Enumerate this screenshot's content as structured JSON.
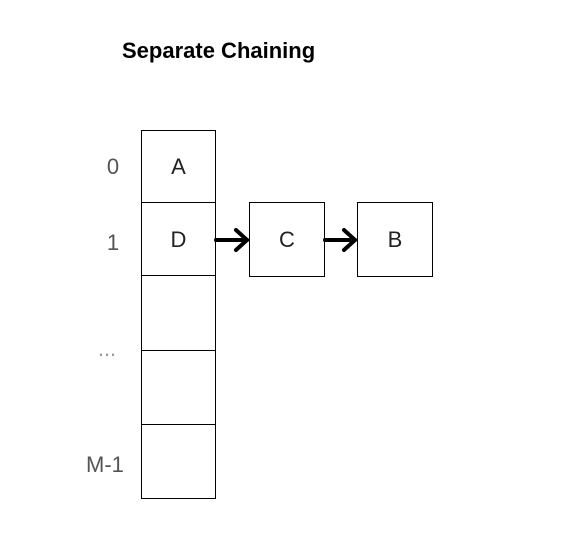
{
  "title": "Separate Chaining",
  "table": {
    "index_labels": [
      "0",
      "1",
      "...",
      "",
      "M-1"
    ],
    "slots": [
      "A",
      "D",
      "",
      "",
      ""
    ]
  },
  "chain": {
    "nodes": [
      "C",
      "B"
    ]
  },
  "colors": {
    "stroke": "#000000",
    "index_text": "#555555",
    "cell_text": "#222222"
  }
}
